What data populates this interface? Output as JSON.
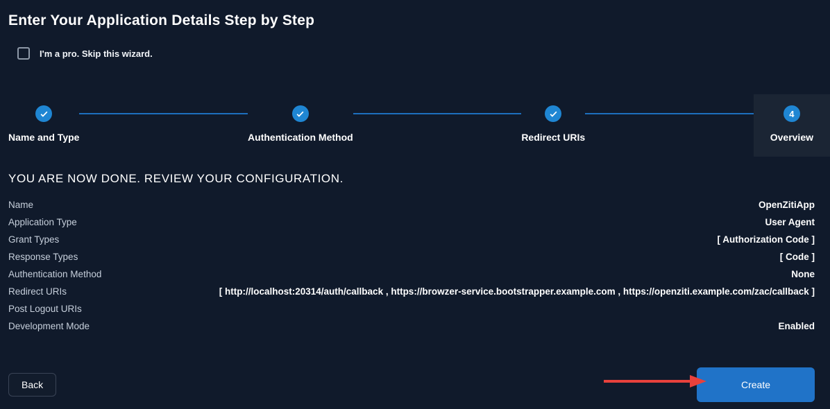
{
  "page": {
    "title": "Enter Your Application Details Step by Step"
  },
  "wizard": {
    "skip_checkbox_label": "I'm a pro. Skip this wizard.",
    "skip_checkbox_checked": false,
    "steps": [
      {
        "label": "Name and Type",
        "state": "done",
        "indicator": "check"
      },
      {
        "label": "Authentication Method",
        "state": "done",
        "indicator": "check"
      },
      {
        "label": "Redirect URIs",
        "state": "done",
        "indicator": "check"
      },
      {
        "label": "Overview",
        "state": "current",
        "indicator": "4"
      }
    ]
  },
  "review": {
    "heading": "YOU ARE NOW DONE. REVIEW YOUR CONFIGURATION.",
    "rows": [
      {
        "label": "Name",
        "value": "OpenZitiApp"
      },
      {
        "label": "Application Type",
        "value": "User Agent"
      },
      {
        "label": "Grant Types",
        "value": "[ Authorization Code ]"
      },
      {
        "label": "Response Types",
        "value": "[ Code ]"
      },
      {
        "label": "Authentication Method",
        "value": "None"
      },
      {
        "label": "Redirect URIs",
        "value": "[ http://localhost:20314/auth/callback , https://browzer-service.bootstrapper.example.com , https://openziti.example.com/zac/callback ]"
      },
      {
        "label": "Post Logout URIs",
        "value": ""
      },
      {
        "label": "Development Mode",
        "value": "Enabled"
      }
    ]
  },
  "actions": {
    "back_label": "Back",
    "create_label": "Create"
  },
  "colors": {
    "background": "#101a2b",
    "step_blue": "#1f86d3",
    "connector_blue": "#1d6fbe",
    "accent_blue": "#2073c8",
    "annotation_red": "#e8413c"
  }
}
